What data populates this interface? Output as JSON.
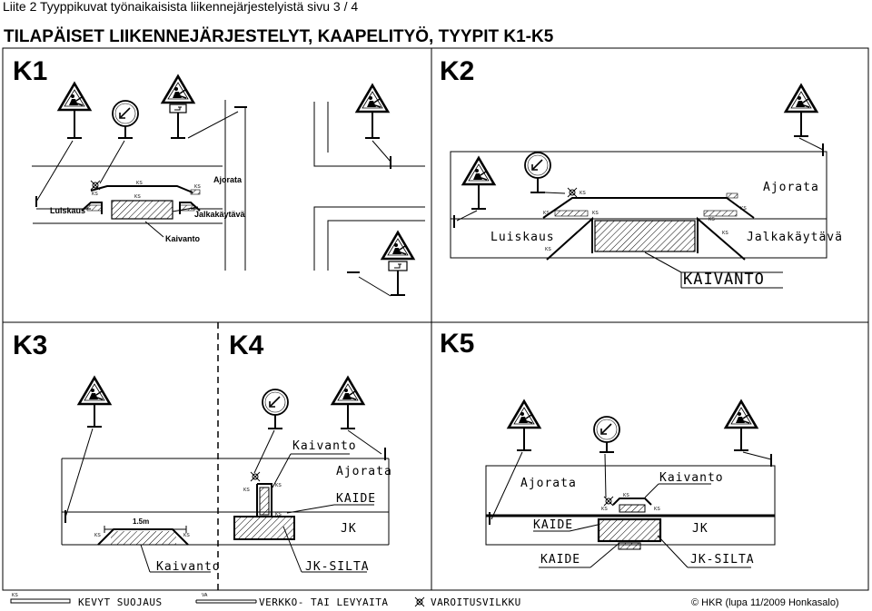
{
  "header": {
    "doc_title": "Liite 2 Tyyppikuvat työnaikaisista liikennejärjestelyistä sivu 3 / 4",
    "main_title": "TILAPÄISET LIIKENNEJÄRJESTELYT, KAAPELITYÖ, TYYPIT K1-K5"
  },
  "panels": {
    "k1": {
      "id": "K1",
      "ajorata": "Ajorata",
      "luiskaus": "Luiskaus",
      "jalkakaytava": "Jalkakäytävä",
      "kaivanto": "Kaivanto"
    },
    "k2": {
      "id": "K2",
      "ajorata": "Ajorata",
      "luiskaus": "Luiskaus",
      "jalkakaytava": "Jalkakäytävä",
      "kaivanto": "KAIVANTO"
    },
    "k3": {
      "id": "K3",
      "dimension": "1.5m",
      "kaivanto": "Kaivanto"
    },
    "k4": {
      "id": "K4",
      "kaivanto": "Kaivanto",
      "ajorata": "Ajorata",
      "kaide": "KAIDE",
      "jk": "JK",
      "jk_silta": "JK-SILTA"
    },
    "k5": {
      "id": "K5",
      "ajorata": "Ajorata",
      "kaivanto": "Kaivanto",
      "kaide_top": "KAIDE",
      "jk": "JK",
      "kaide_bottom": "KAIDE",
      "jk_silta": "JK-SILTA"
    }
  },
  "markers": {
    "ks": "KS",
    "va": "VA"
  },
  "legend": {
    "kevyt_suojaus": "KEVYT SUOJAUS",
    "verkko_tai_levyaita": "VERKKO- TAI LEVYAITA",
    "varoitusvilkku": "VAROITUSVILKKU",
    "copyright": "© HKR (lupa 11/2009 Honkasalo)"
  }
}
